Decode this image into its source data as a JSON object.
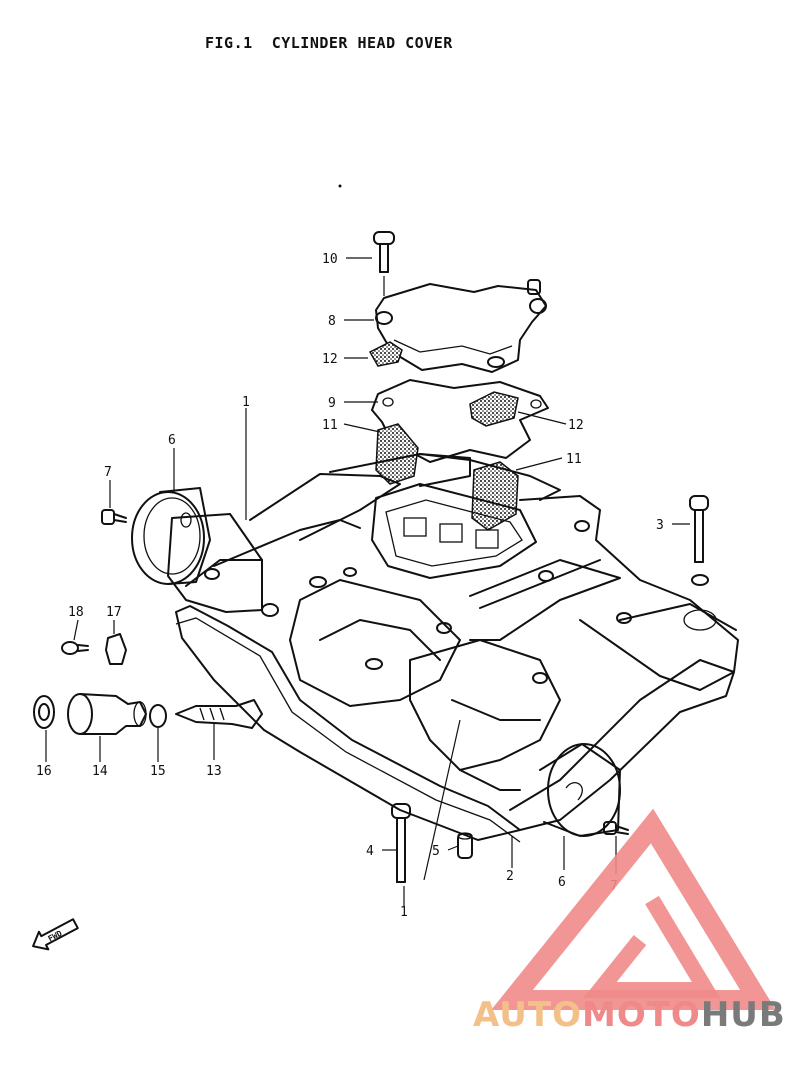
{
  "figure": {
    "title": "FIG.1  CYLINDER HEAD COVER"
  },
  "callouts": {
    "c1": "1",
    "c1b": "1",
    "c2": "2",
    "c3": "3",
    "c4": "4",
    "c5": "5",
    "c6": "6",
    "c6b": "6",
    "c7": "7",
    "c7b": "7",
    "c8": "8",
    "c9": "9",
    "c10": "10",
    "c11": "11",
    "c11b": "11",
    "c12": "12",
    "c12b": "12",
    "c13": "13",
    "c14": "14",
    "c15": "15",
    "c16": "16",
    "c17": "17",
    "c18": "18"
  },
  "direction_marker": "FWD",
  "watermark": {
    "part1": "AUTO",
    "part2": "MOTO",
    "part3": "HUB",
    "color_light": "#f4c08a",
    "color_main": "#f08a8a",
    "color_dark": "#7a7a7a"
  }
}
